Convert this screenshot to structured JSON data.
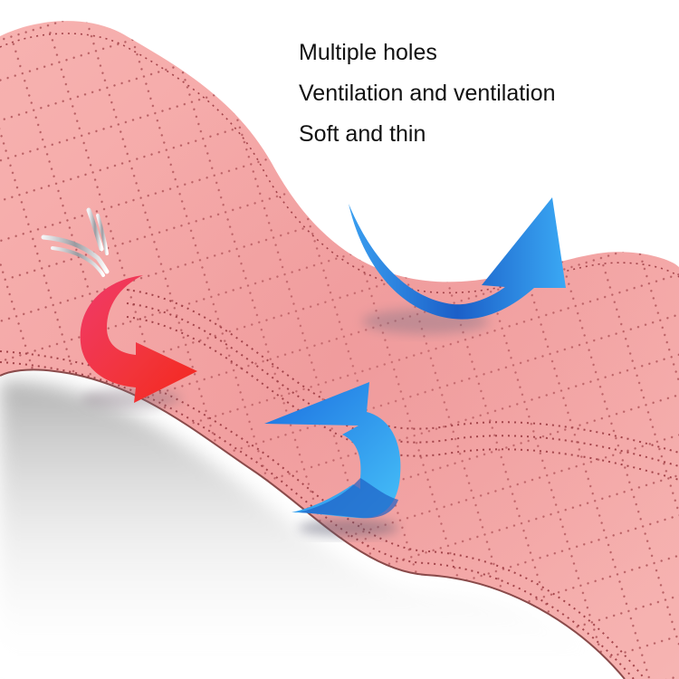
{
  "image": {
    "subject": "pink perforated waist support belt",
    "background_color": "#ffffff",
    "product_color": "#f4a8a8",
    "perforation_color": "#a3444a"
  },
  "features": [
    {
      "label": "Multiple holes"
    },
    {
      "label": "Ventilation and ventilation"
    },
    {
      "label": "Soft and thin"
    }
  ],
  "arrows": [
    {
      "name": "red-curved-arrow",
      "color": "#f22a2a",
      "direction": "down-right"
    },
    {
      "name": "blue-curved-arrow-upper",
      "color": "#2a8ef0",
      "direction": "up-right"
    },
    {
      "name": "blue-curved-arrow-lower",
      "color": "#2a8ef0",
      "direction": "up-left"
    }
  ],
  "logo": {
    "name": "silver-y-emblem",
    "color": "#c8c8cc"
  }
}
